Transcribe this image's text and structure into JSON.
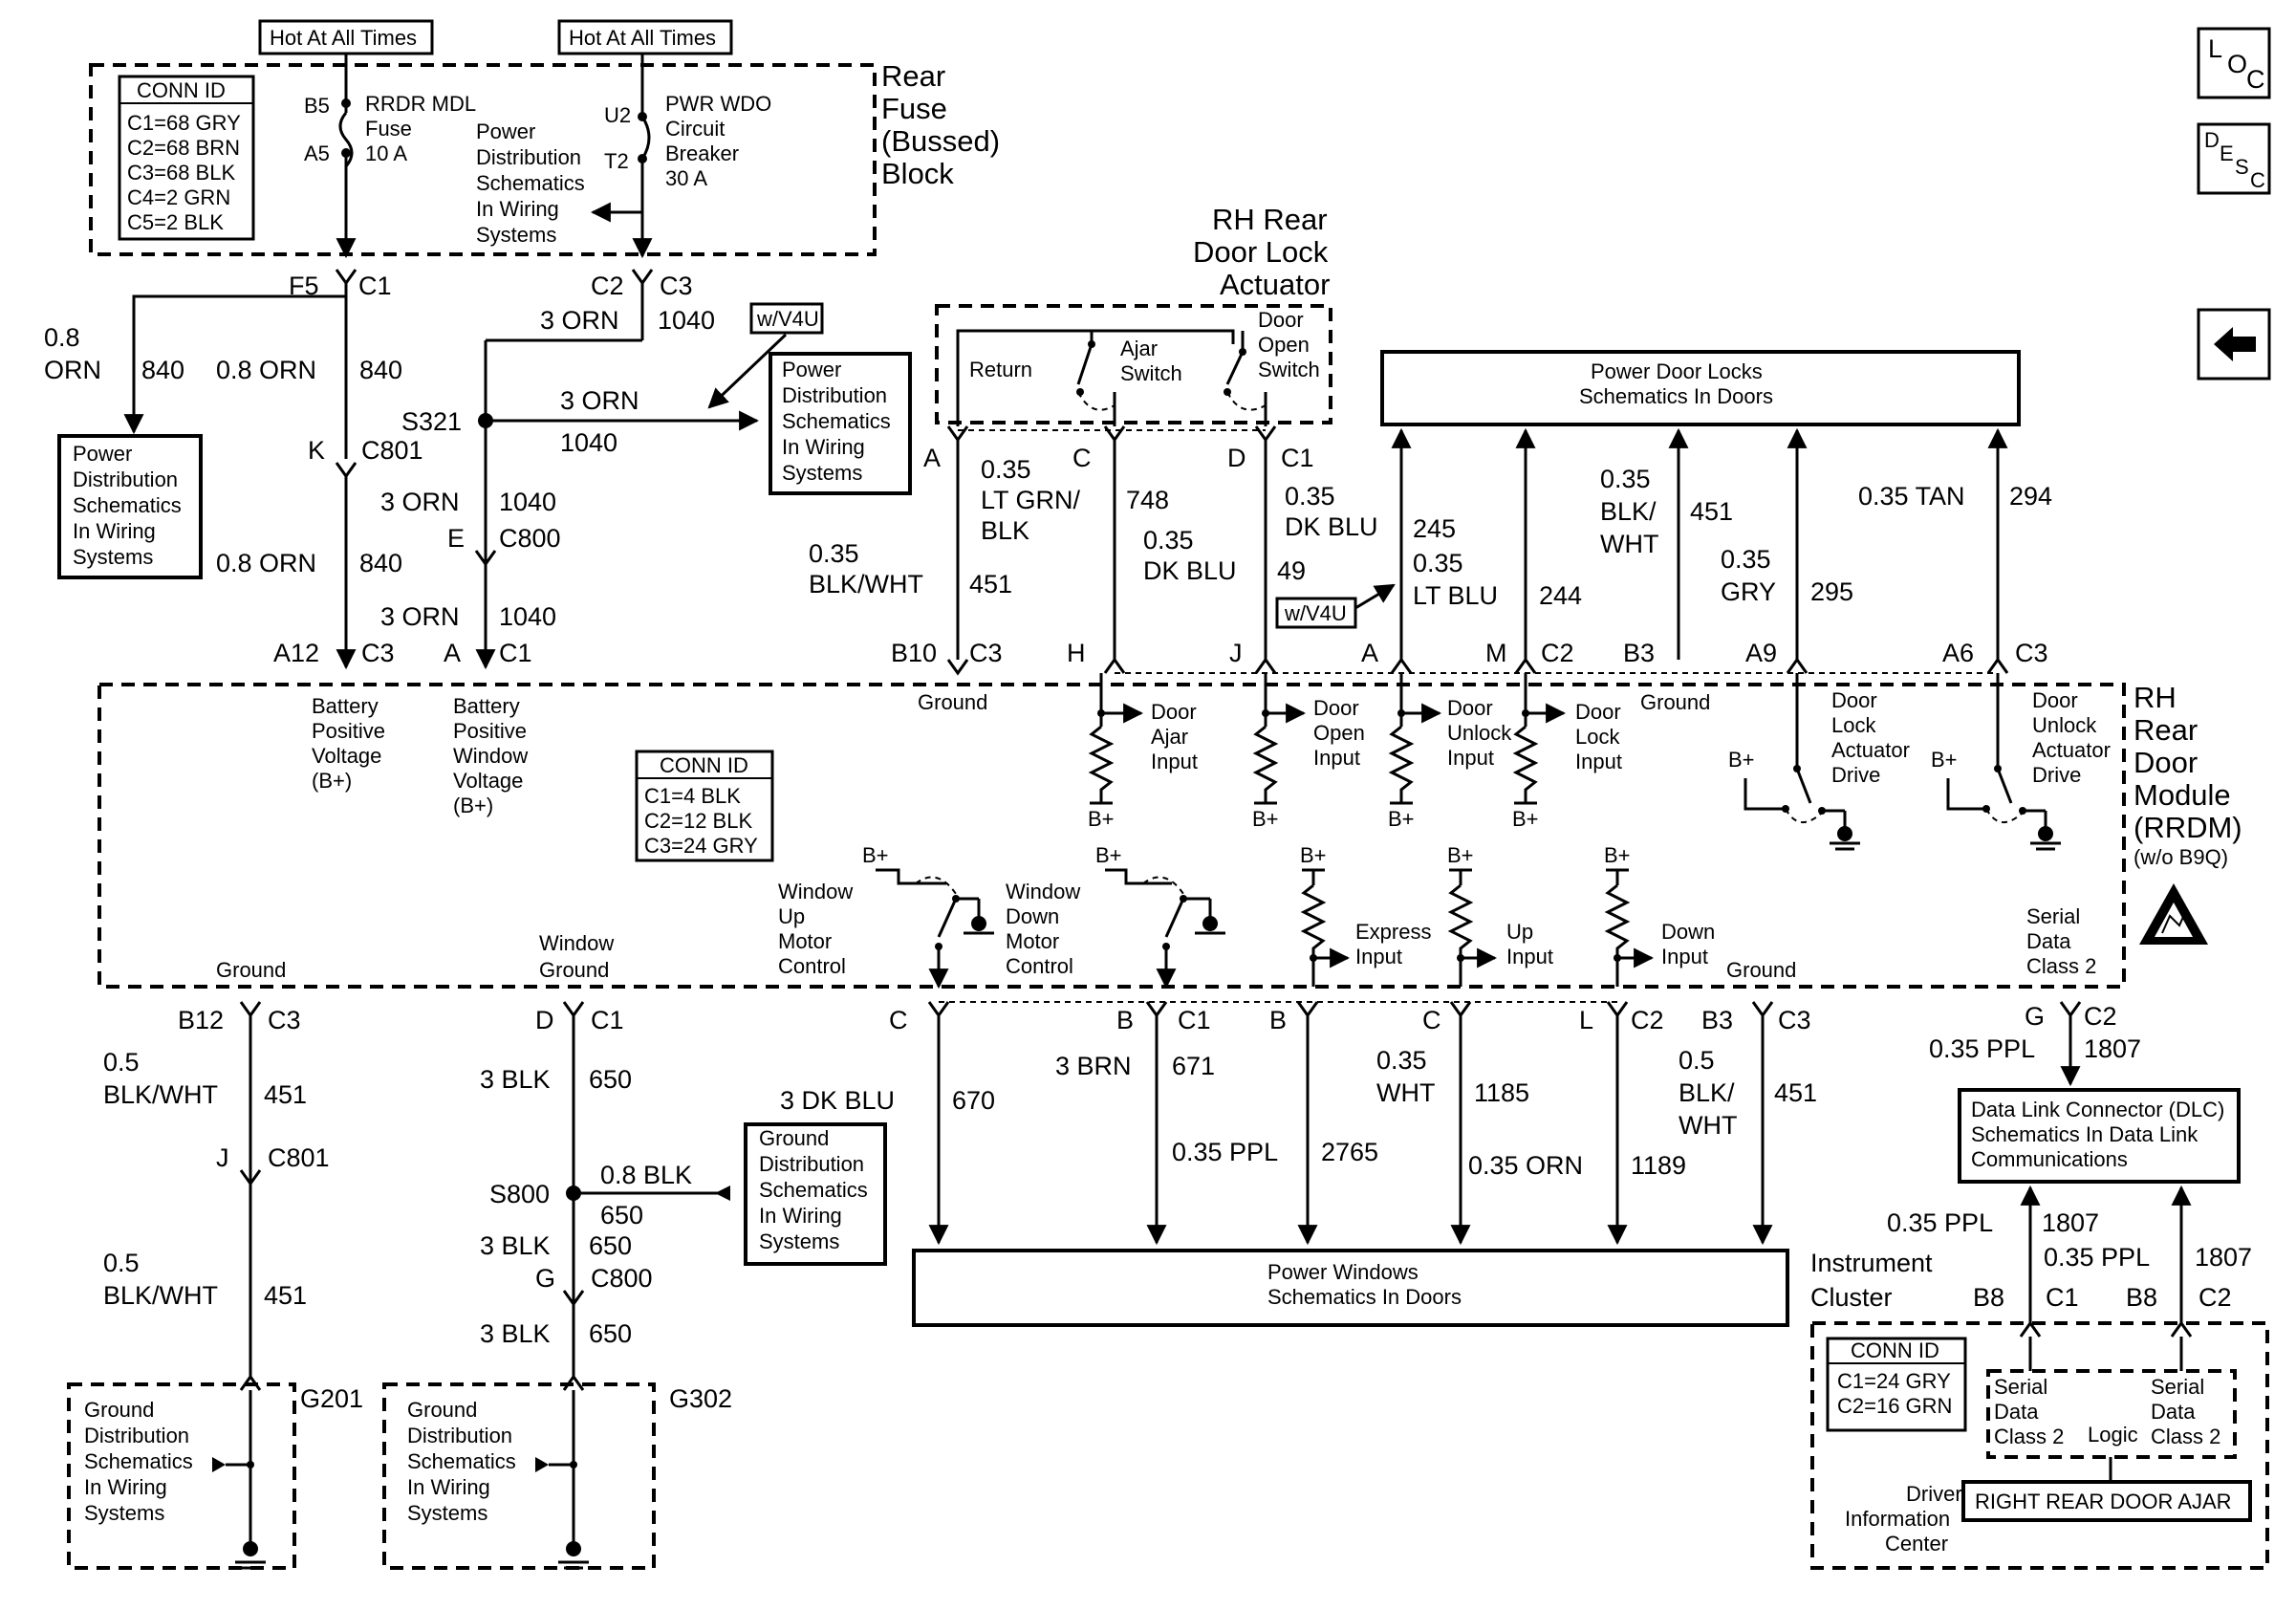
{
  "hot_label_1": "Hot At All Times",
  "hot_label_2": "Hot At All Times",
  "fuse_block": {
    "title": [
      "Rear",
      "Fuse",
      "(Bussed)",
      "Block"
    ],
    "conn_id_title": "CONN ID",
    "conn_id": [
      "C1=68 GRY",
      "C2=68 BRN",
      "C3=68 BLK",
      "C4=2 GRN",
      "C5=2 BLK"
    ],
    "fuse_pins": [
      "B5",
      "A5"
    ],
    "fuse_label": [
      "RRDR MDL",
      "Fuse",
      "10 A"
    ],
    "pd_label": [
      "Power",
      "Distribution",
      "Schematics",
      "In Wiring",
      "Systems"
    ],
    "cb_pins": [
      "U2",
      "T2"
    ],
    "cb_label": [
      "PWR WDO",
      "Circuit",
      "Breaker",
      "30 A"
    ]
  },
  "icons": {
    "loc": [
      "L",
      "O",
      "C"
    ],
    "desc": [
      "D",
      "E",
      "S",
      "C"
    ],
    "back": "back-arrow-icon"
  },
  "left_top": {
    "f5": "F5",
    "c1": "C1",
    "c2": "C2",
    "c3": "C3",
    "w08orn": [
      "0.8",
      "ORN"
    ],
    "w840": "840",
    "pd_box": [
      "Power",
      "Distribution",
      "Schematics",
      "In Wiring",
      "Systems"
    ],
    "w08orn_b": "0.8 ORN",
    "w840_b": "840",
    "k": "K",
    "c801": "C801",
    "w08orn_c": "0.8 ORN",
    "w840_c": "840",
    "w3orn_a": "3 ORN",
    "w1040_a": "1040",
    "wv4u": "w/V4U",
    "s321": "S321",
    "w3orn_b": "3 ORN",
    "w1040_b": "1040",
    "pd_box2": [
      "Power",
      "Distribution",
      "Schematics",
      "In Wiring",
      "Systems"
    ],
    "w3orn_c": "3 ORN",
    "w1040_c": "1040",
    "e": "E",
    "c800": "C800",
    "w3orn_d": "3 ORN",
    "w1040_d": "1040",
    "a12": "A12",
    "c3b": "C3",
    "a": "A",
    "c1b": "C1"
  },
  "actuator": {
    "title": [
      "RH Rear",
      "Door Lock",
      "Actuator"
    ],
    "return": "Return",
    "ajar": [
      "Ajar",
      "Switch"
    ],
    "open": [
      "Door",
      "Open",
      "Switch"
    ],
    "pins": [
      "A",
      "C",
      "D",
      "C1"
    ]
  },
  "pdl_box": [
    "Power Door Locks",
    "Schematics In Doors"
  ],
  "upper_wires": {
    "w451": [
      "0.35",
      "BLK/WHT"
    ],
    "n451": "451",
    "w748": [
      "0.35",
      "LT GRN/",
      "BLK"
    ],
    "n748": "748",
    "w49": [
      "0.35",
      "DK BLU"
    ],
    "n49": "49",
    "w245": [
      "0.35",
      "DK BLU"
    ],
    "n245": "245",
    "wv4u": "w/V4U",
    "w244": [
      "0.35",
      "LT BLU"
    ],
    "n244": "244",
    "w451b": [
      "0.35",
      "BLK/",
      "WHT"
    ],
    "n451b": "451",
    "w295": [
      "0.35",
      "GRY"
    ],
    "n295": "295",
    "w294": "0.35 TAN",
    "n294": "294"
  },
  "module_top_pins": {
    "b10": "B10",
    "c3": "C3",
    "h": "H",
    "j": "J",
    "a": "A",
    "m": "M",
    "c2": "C2",
    "b3": "B3",
    "a9": "A9",
    "a6": "A6",
    "c3b": "C3"
  },
  "module": {
    "title": [
      "RH",
      "Rear",
      "Door",
      "Module",
      "(RRDM)",
      "(w/o B9Q)"
    ],
    "conn_id_title": "CONN ID",
    "conn_id": [
      "C1=4 BLK",
      "C2=12 BLK",
      "C3=24 GRY"
    ],
    "bpv": [
      "Battery",
      "Positive",
      "Voltage",
      "(B+)"
    ],
    "bpwv": [
      "Battery",
      "Positive",
      "Window",
      "Voltage",
      "(B+)"
    ],
    "ground_top": "Ground",
    "door_ajar": [
      "Door",
      "Ajar",
      "Input"
    ],
    "door_open": [
      "Door",
      "Open",
      "Input"
    ],
    "door_unlock": [
      "Door",
      "Unlock",
      "Input"
    ],
    "door_lock": [
      "Door",
      "Lock",
      "Input"
    ],
    "ground_top2": "Ground",
    "lock_drive": [
      "Door",
      "Lock",
      "Actuator",
      "Drive"
    ],
    "unlock_drive": [
      "Door",
      "Unlock",
      "Actuator",
      "Drive"
    ],
    "bplus": "B+",
    "win_up": [
      "Window",
      "Up",
      "Motor",
      "Control"
    ],
    "win_down": [
      "Window",
      "Down",
      "Motor",
      "Control"
    ],
    "express": [
      "Express",
      "Input"
    ],
    "up": [
      "Up",
      "Input"
    ],
    "down": [
      "Down",
      "Input"
    ],
    "ground_bot": "Ground",
    "window_ground": [
      "Window",
      "Ground"
    ],
    "ground_bot2": "Ground",
    "serial": [
      "Serial",
      "Data",
      "Class 2"
    ]
  },
  "module_bot_pins": {
    "b12": "B12",
    "c3": "C3",
    "d": "D",
    "c1": "C1",
    "c": "C",
    "b": "B",
    "c1b": "C1",
    "b2": "B",
    "c2": "C",
    "l": "L",
    "c2b": "C2",
    "b3": "B3",
    "c3b": "C3",
    "g": "G",
    "c2c": "C2"
  },
  "lower_wires": {
    "w05a": [
      "0.5",
      "BLK/WHT"
    ],
    "n451a": "451",
    "j": "J",
    "c801": "C801",
    "w05b": [
      "0.5",
      "BLK/WHT"
    ],
    "n451b": "451",
    "w3blk_a": "3 BLK",
    "n650_a": "650",
    "s800": "S800",
    "w08blk": "0.8 BLK",
    "n650_s": "650",
    "gd_box": [
      "Ground",
      "Distribution",
      "Schematics",
      "In Wiring",
      "Systems"
    ],
    "w3blk_b": "3 BLK",
    "n650_b": "650",
    "g": "G",
    "c800": "C800",
    "w3blk_c": "3 BLK",
    "n650_c": "650",
    "w670": "3 DK BLU",
    "n670": "670",
    "w671": "3 BRN",
    "n671": "671",
    "w2765": "0.35 PPL",
    "n2765": "2765",
    "w1185": [
      "0.35",
      "WHT"
    ],
    "n1185": "1185",
    "w1189": "0.35 ORN",
    "n1189": "1189",
    "w451c": [
      "0.5",
      "BLK/",
      "WHT"
    ],
    "n451c": "451",
    "w1807": "0.35 PPL",
    "n1807": "1807"
  },
  "pw_box": [
    "Power Windows",
    "Schematics In Doors"
  ],
  "grounds": {
    "g201": "G201",
    "g302": "G302",
    "gd1": [
      "Ground",
      "Distribution",
      "Schematics",
      "In Wiring",
      "Systems"
    ],
    "gd2": [
      "Ground",
      "Distribution",
      "Schematics",
      "In Wiring",
      "Systems"
    ]
  },
  "dlc_box": [
    "Data Link Connector (DLC)",
    "Schematics In Data Link",
    "Communications"
  ],
  "cluster": {
    "title": [
      "Instrument",
      "Cluster"
    ],
    "w1": "0.35 PPL",
    "n1": "1807",
    "w2": "0.35 PPL",
    "n2": "1807",
    "b8a": "B8",
    "c1": "C1",
    "b8b": "B8",
    "c2": "C2",
    "conn_id_title": "CONN ID",
    "conn_id": [
      "C1=24 GRY",
      "C2=16 GRN"
    ],
    "serial1": [
      "Serial",
      "Data",
      "Class 2"
    ],
    "serial2": [
      "Serial",
      "Data",
      "Class 2"
    ],
    "logic": "Logic",
    "dic": [
      "Driver",
      "Information",
      "Center"
    ],
    "message": "RIGHT REAR DOOR AJAR"
  }
}
